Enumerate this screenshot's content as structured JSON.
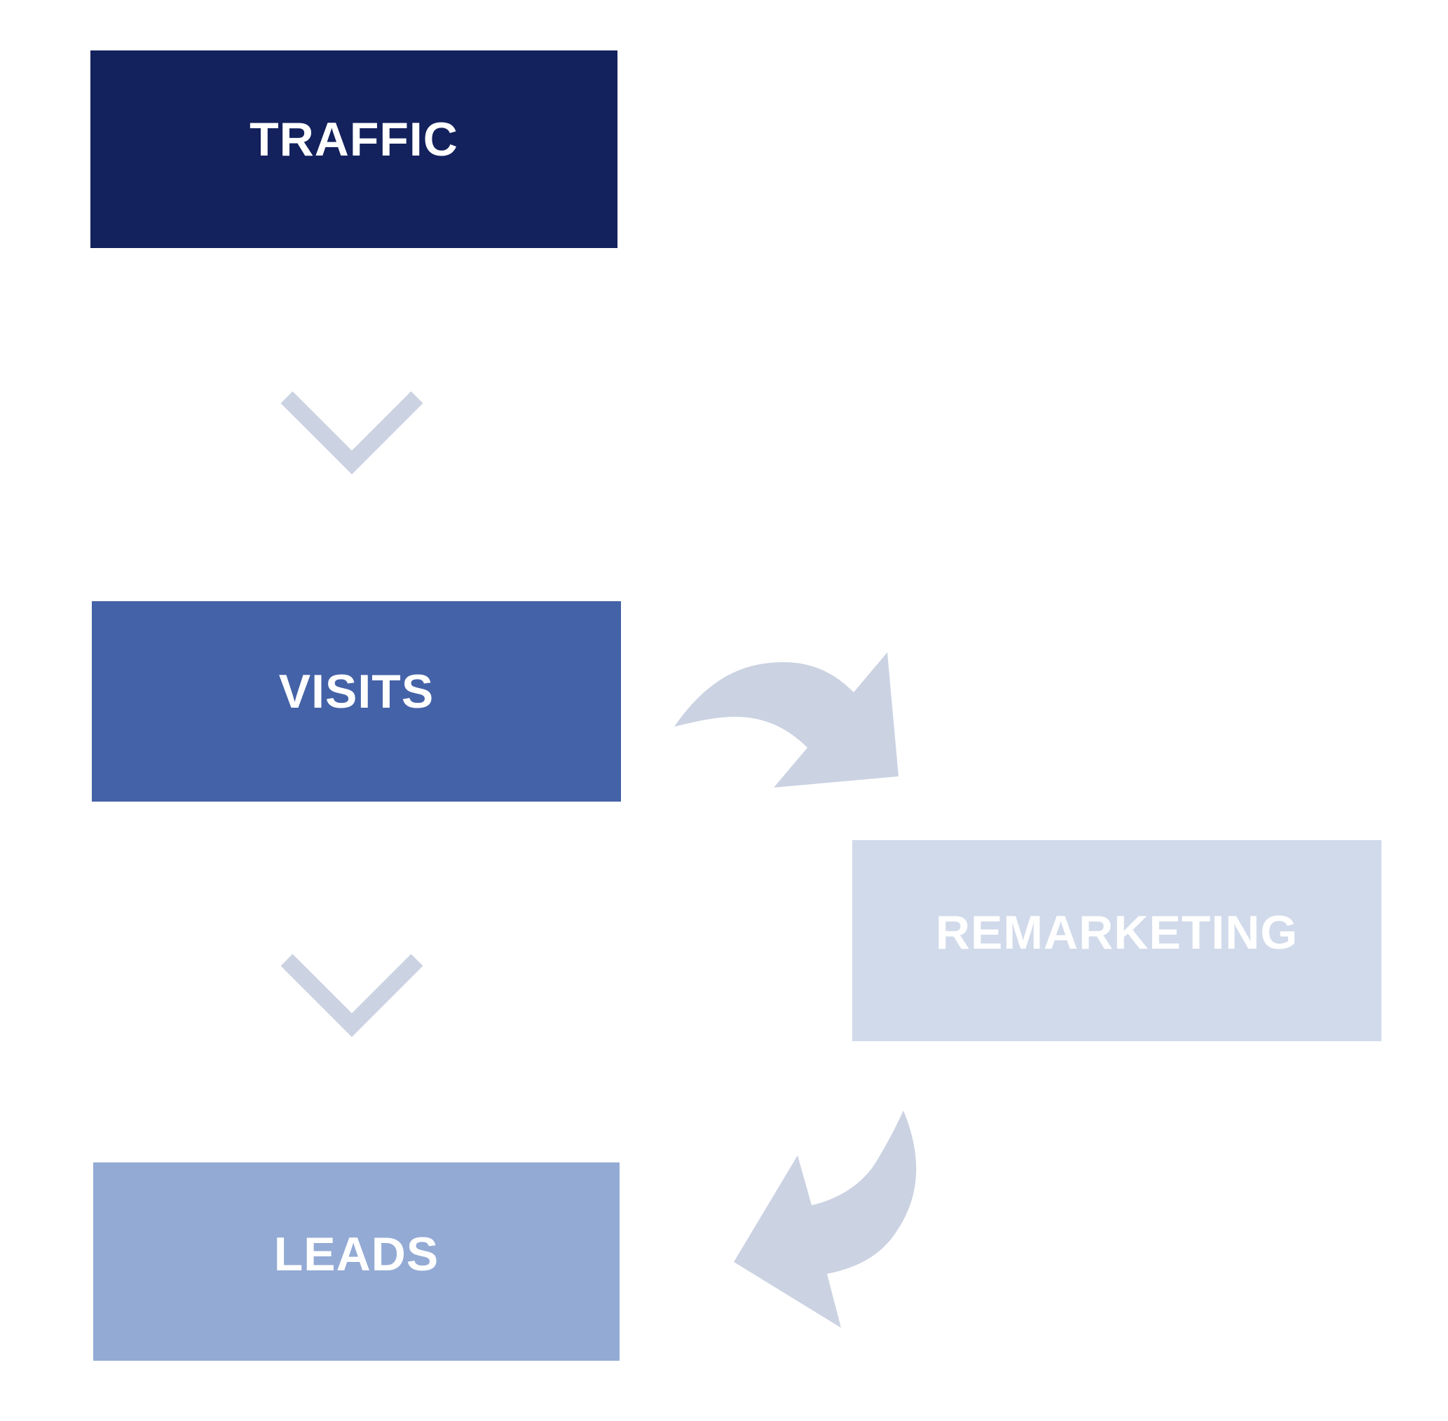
{
  "diagram": {
    "nodes": {
      "traffic": {
        "label": "TRAFFIC",
        "color": "#13215c"
      },
      "visits": {
        "label": "VISITS",
        "color": "#4462a7"
      },
      "remarketing": {
        "label": "REMARKETING",
        "color": "#d1daea"
      },
      "leads": {
        "label": "LEADS",
        "color": "#93aad4"
      }
    },
    "connector_color": "#cbd2e2",
    "edges": [
      {
        "from": "TRAFFIC",
        "to": "VISITS",
        "icon": "chevron-down-icon"
      },
      {
        "from": "VISITS",
        "to": "LEADS",
        "icon": "chevron-down-icon"
      },
      {
        "from": "VISITS",
        "to": "REMARKETING",
        "icon": "curved-arrow-icon"
      },
      {
        "from": "REMARKETING",
        "to": "LEADS",
        "icon": "curved-arrow-icon"
      }
    ]
  }
}
